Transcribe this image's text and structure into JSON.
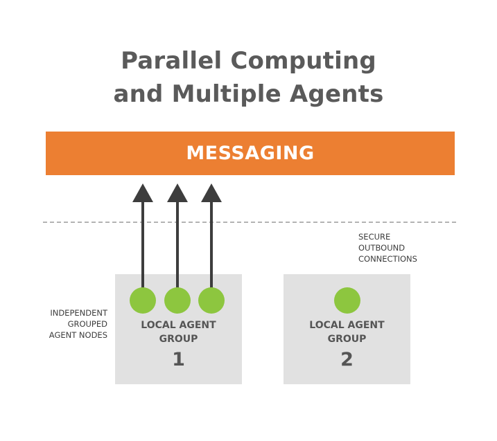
{
  "title": {
    "line1": "Parallel Computing",
    "line2": "and Multiple Agents"
  },
  "messaging": {
    "label": "MESSAGING",
    "color": "#ec7f32"
  },
  "node_color": "#8dc63f",
  "annotations": {
    "left": [
      "INDEPENDENT",
      "GROUPED",
      "AGENT NODES"
    ],
    "right": [
      "SECURE",
      "OUTBOUND",
      "CONNECTIONS"
    ]
  },
  "groups": [
    {
      "label_line1": "LOCAL AGENT",
      "label_line2": "GROUP",
      "number": "1",
      "node_count": 3
    },
    {
      "label_line1": "LOCAL AGENT",
      "label_line2": "GROUP",
      "number": "2",
      "node_count": 1
    }
  ]
}
